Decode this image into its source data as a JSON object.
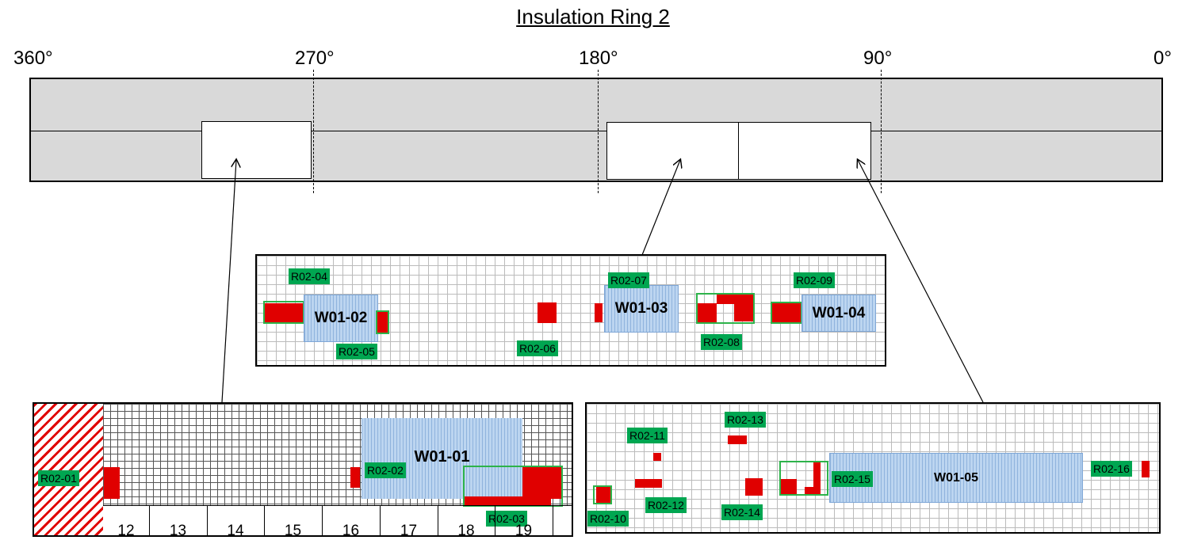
{
  "title": "Insulation Ring 2",
  "angles": [
    "360°",
    "270°",
    "180°",
    "90°",
    "0°"
  ],
  "colors": {
    "ring_fill": "#d9d9d9",
    "label_green": "#00a651",
    "defect_red": "#e00000",
    "window_blue": "#a9c8ea"
  },
  "panels": {
    "top": {
      "windows": [
        "W01-02",
        "W01-03",
        "W01-04"
      ],
      "regions": [
        "R02-04",
        "R02-05",
        "R02-06",
        "R02-07",
        "R02-08",
        "R02-09"
      ]
    },
    "bottom_left": {
      "windows": [
        "W01-01"
      ],
      "regions": [
        "R02-01",
        "R02-02",
        "R02-03"
      ],
      "column_numbers": [
        "12",
        "13",
        "14",
        "15",
        "16",
        "17",
        "18",
        "19"
      ]
    },
    "bottom_right": {
      "windows": [
        "W01-05"
      ],
      "regions": [
        "R02-10",
        "R02-11",
        "R02-12",
        "R02-13",
        "R02-14",
        "R02-15",
        "R02-16"
      ]
    }
  }
}
